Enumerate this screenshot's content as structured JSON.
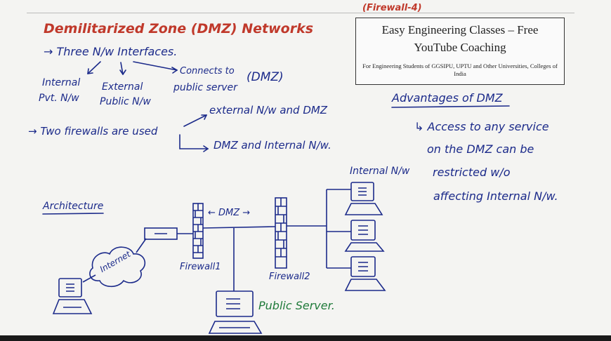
{
  "header_tag": "(Firewall-4)",
  "title": "Demilitarized Zone (DMZ) Networks",
  "info_box": {
    "line1": "Easy Engineering Classes – Free",
    "line2": "YouTube Coaching",
    "line3": "For Engineering Students of GGSIPU, UPTU and Other Universities, Colleges of India"
  },
  "notes": {
    "three_nw": "→ Three N/w Interfaces.",
    "internal_1": "Internal",
    "internal_2": "Pvt. N/w",
    "external_1": "External",
    "external_2": "Public N/w",
    "connects_1": "Connects to",
    "connects_2": "public server",
    "dmz_paren": "(DMZ)",
    "two_firewalls": "→ Two firewalls are used",
    "ext_and_dmz": "external N/w and DMZ",
    "dmz_and_int": "DMZ and Internal N/w."
  },
  "advantages": {
    "heading": "Advantages of DMZ",
    "line1": "↳ Access to any service",
    "line2": "on the DMZ can be",
    "line3": "restricted w/o",
    "line4": "affecting Internal N/w."
  },
  "diagram": {
    "architecture": "Architecture",
    "internal_nw": "Internal N/w",
    "dmz_label": "← DMZ →",
    "internet": "Internet",
    "firewall1": "Firewall1",
    "firewall2": "Firewall2",
    "public_server": "Public Server."
  }
}
